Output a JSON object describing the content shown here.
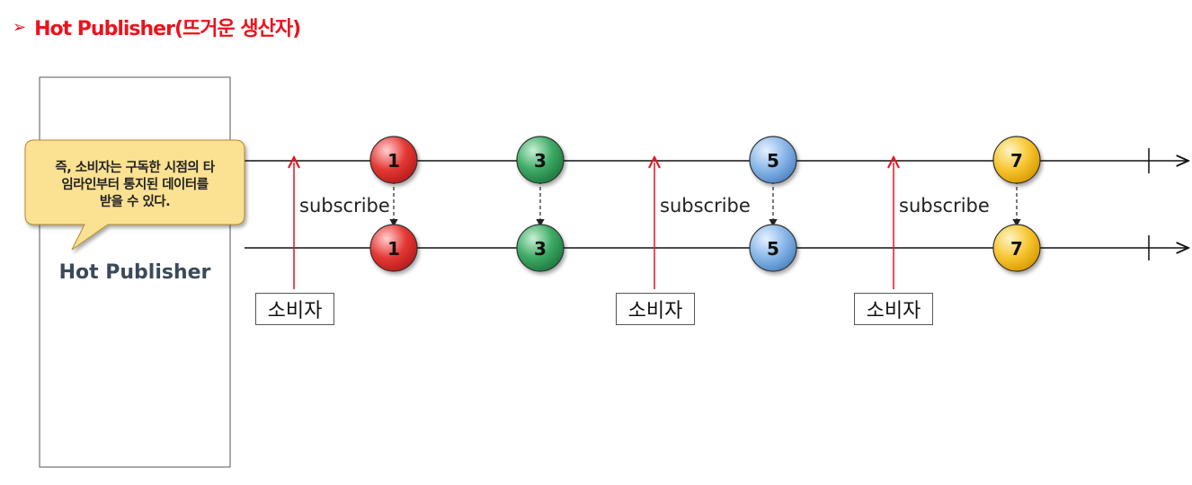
{
  "title": {
    "text": "Hot Publisher(뜨거운 생산자)",
    "bullet": "➢"
  },
  "publisher": {
    "label": "Hot Publisher"
  },
  "callout": {
    "text": "즉, 소비자는 구독한 시점의 타\n임라인부터 통지된 데이터를\n받을 수 있다."
  },
  "consumers": [
    {
      "label": "소비자",
      "subscribe_label": "subscribe"
    },
    {
      "label": "소비자",
      "subscribe_label": "subscribe"
    },
    {
      "label": "소비자",
      "subscribe_label": "subscribe"
    }
  ],
  "marbles": [
    {
      "value": "1",
      "color": "#e53935"
    },
    {
      "value": "3",
      "color": "#2e9e55"
    },
    {
      "value": "5",
      "color": "#5b9bd5"
    },
    {
      "value": "7",
      "color": "#f4b400"
    }
  ],
  "colors": {
    "title": "#e8141e",
    "subscribe_arrow": "#e8141e",
    "callout_fill": "#fbe192"
  }
}
